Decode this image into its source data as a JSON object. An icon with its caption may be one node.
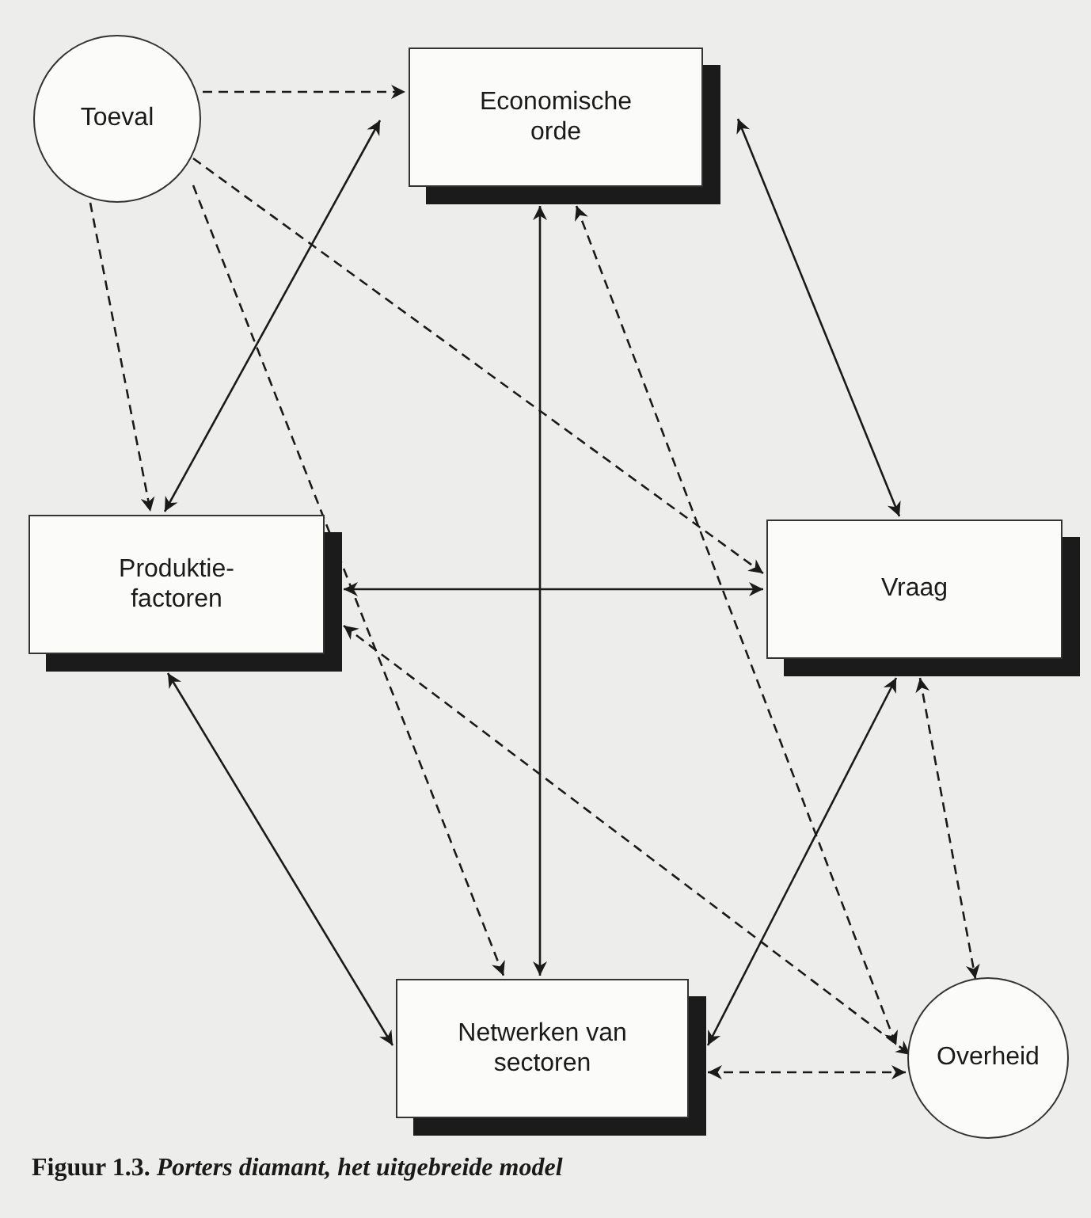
{
  "diagram": {
    "caption": "Figuur 1.3. *Porters diamant, het uitgebreide model*",
    "nodes": [
      {
        "text": [
          "Toeval"
        ]
      },
      {
        "text": [
          "Economische orde"
        ]
      },
      {
        "text": [
          "Produktie- factoren"
        ]
      },
      {
        "text": [
          "Vraag"
        ]
      },
      {
        "text": [
          "Netwerken van sectoren"
        ]
      },
      {
        "text": [
          "Overheid"
        ]
      }
    ],
    "edges": [
      {
        "from": 0,
        "to": 1,
        "arrow": "to",
        "style": "dashed"
      },
      {
        "from": 0,
        "to": 2,
        "arrow": "to",
        "style": "dashed"
      },
      {
        "from": 0,
        "to": 4,
        "arrow": "to",
        "style": "dashed"
      },
      {
        "from": 0,
        "to": 3,
        "arrow": "to",
        "style": "dashed"
      },
      {
        "from": 1,
        "to": 2,
        "arrow": "both"
      },
      {
        "from": 1,
        "to": 3,
        "arrow": "both"
      },
      {
        "from": 1,
        "to": 4,
        "arrow": "both"
      },
      {
        "from": 1,
        "to": 5,
        "arrow": "both",
        "style": "dashed"
      },
      {
        "from": 2,
        "to": 3,
        "arrow": "both"
      },
      {
        "from": 2,
        "to": 5,
        "arrow": "both",
        "style": "dashed"
      },
      {
        "from": 2,
        "to": 4,
        "arrow": "both"
      },
      {
        "from": 3,
        "to": 4,
        "arrow": "both"
      },
      {
        "from": 3,
        "to": 5,
        "arrow": "both",
        "style": "dashed"
      },
      {
        "from": 4,
        "to": 5,
        "arrow": "both",
        "style": "dashed"
      }
    ]
  }
}
